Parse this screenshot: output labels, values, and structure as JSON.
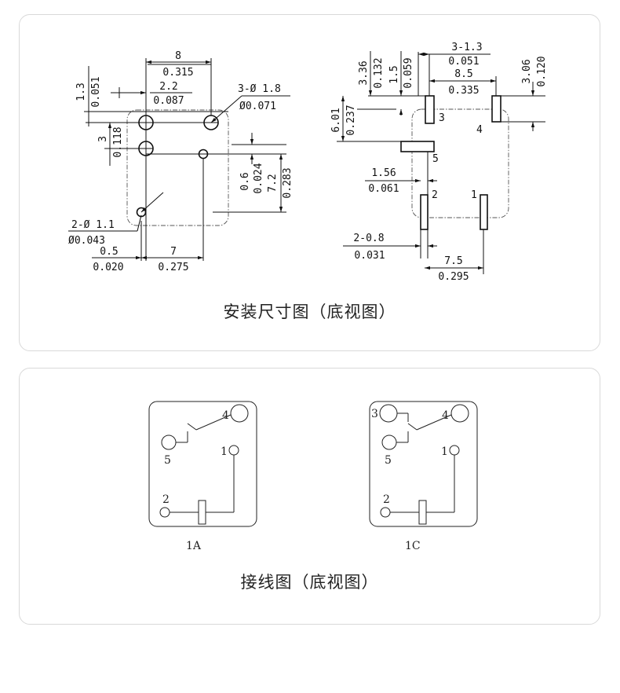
{
  "mounting": {
    "caption": "安装尺寸图（底视图）",
    "left_view": {
      "dim_8": "8",
      "dim_0315": "0.315",
      "dim_13": "1.3",
      "dim_0051": "0.051",
      "dim_22": "2.2",
      "dim_0087": "0.087",
      "hole_callout": "3-Ø  1.8",
      "hole_callout_in": "Ø0.071",
      "dim_3": "3",
      "dim_0118": "0.118",
      "dim_06": "0.6",
      "dim_0024": "0.024",
      "dim_72": "7.2",
      "dim_0283": "0.283",
      "small_hole_callout": "2-Ø  1.1",
      "small_hole_callout_in": "Ø0.043",
      "dim_05": "0.5",
      "dim_0020": "0.020",
      "dim_7": "7",
      "dim_0275": "0.275"
    },
    "right_view": {
      "dim_336": "3.36",
      "dim_0132": "0.132",
      "dim_15": "1.5",
      "dim_0059": "0.059",
      "dim_313": "3-1.3",
      "dim_0051": "0.051",
      "dim_85": "8.5",
      "dim_0335": "0.335",
      "dim_306": "3.06",
      "dim_0120": "0.120",
      "dim_601": "6.01",
      "dim_0237": "0.237",
      "dim_156": "1.56",
      "dim_0061": "0.061",
      "dim_208": "2-0.8",
      "dim_0031": "0.031",
      "dim_75": "7.5",
      "dim_0295": "0.295",
      "pin_1": "1",
      "pin_2": "2",
      "pin_3": "3",
      "pin_4": "4",
      "pin_5": "5"
    }
  },
  "wiring": {
    "caption": "接线图（底视图）",
    "diagram_1a": {
      "label": "1A",
      "pin_1": "1",
      "pin_2": "2",
      "pin_4": "4",
      "pin_5": "5"
    },
    "diagram_1c": {
      "label": "1C",
      "pin_1": "1",
      "pin_2": "2",
      "pin_3": "3",
      "pin_4": "4",
      "pin_5": "5"
    }
  }
}
